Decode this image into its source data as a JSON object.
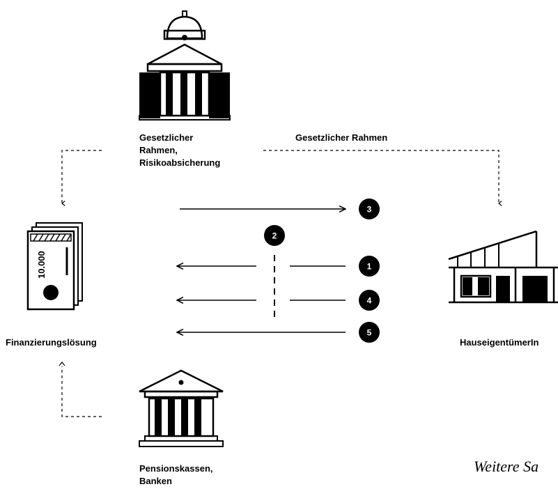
{
  "labels": {
    "government": "Gesetzlicher\nRahmen,\nRisikoabsicherung",
    "framework_link": "Gesetzlicher Rahmen",
    "financing": "Finanzierungslösung",
    "homeowner": "HauseigentümerIn",
    "lenders": "Pensionskassen,\nBanken",
    "banknote_value": "10.000"
  },
  "steps": [
    "1",
    "2",
    "3",
    "4",
    "5"
  ],
  "footer_note": "Weitere Sa",
  "colors": {
    "ink": "#000000",
    "background": "#ffffff"
  },
  "icons": [
    "government-building-icon",
    "money-stack-icon",
    "house-icon",
    "bank-icon"
  ]
}
